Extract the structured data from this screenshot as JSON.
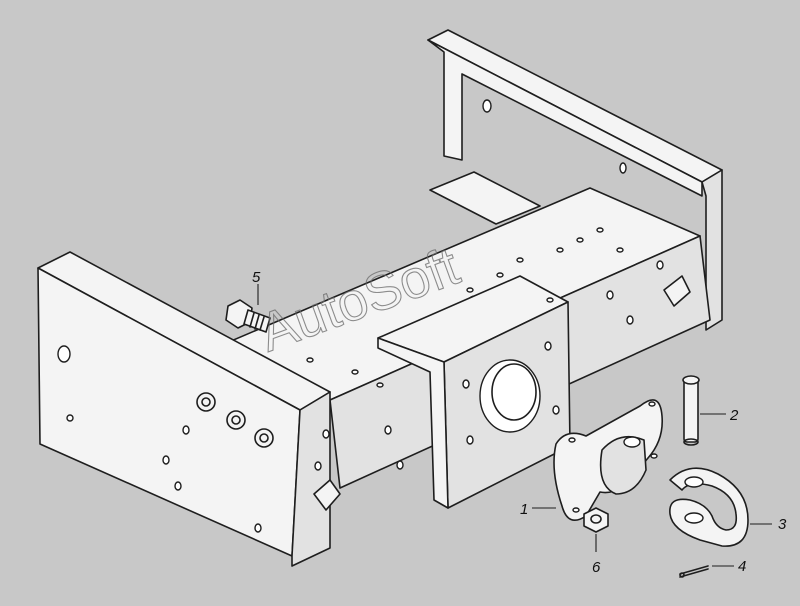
{
  "watermark": "AutoSoft",
  "callouts": [
    {
      "id": "1",
      "label": "1"
    },
    {
      "id": "2",
      "label": "2"
    },
    {
      "id": "3",
      "label": "3"
    },
    {
      "id": "4",
      "label": "4"
    },
    {
      "id": "5",
      "label": "5"
    },
    {
      "id": "6",
      "label": "6"
    }
  ],
  "colors": {
    "background": "#c8c8c8",
    "line": "#1e1e1e",
    "part_fill": "#f4f4f4"
  }
}
